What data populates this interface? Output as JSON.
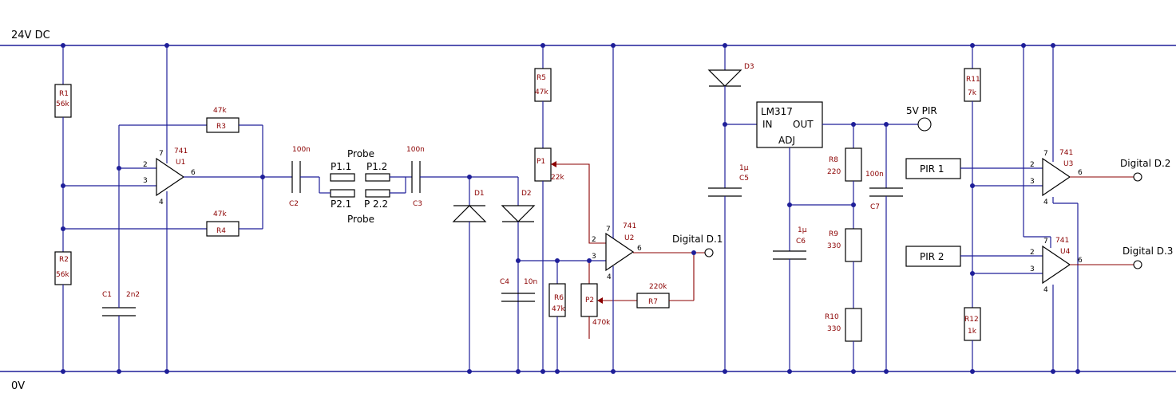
{
  "rails": {
    "top_label": "24V DC",
    "bottom_label": "0V"
  },
  "components": {
    "R1": {
      "ref": "R1",
      "value": "56k"
    },
    "R2": {
      "ref": "R2",
      "value": "56k"
    },
    "R3": {
      "ref": "R3",
      "value": "47k"
    },
    "R4": {
      "ref": "R4",
      "value": "47k"
    },
    "R5": {
      "ref": "R5",
      "value": "47k"
    },
    "R6": {
      "ref": "R6",
      "value": "47k"
    },
    "R7": {
      "ref": "R7",
      "value": "220k"
    },
    "R8": {
      "ref": "R8",
      "value": "220"
    },
    "R9": {
      "ref": "R9",
      "value": "330"
    },
    "R10": {
      "ref": "R10",
      "value": "330"
    },
    "R11": {
      "ref": "R11",
      "value": "7k"
    },
    "R12": {
      "ref": "R12",
      "value": "1k"
    },
    "C1": {
      "ref": "C1",
      "value": "2n2"
    },
    "C2": {
      "ref": "C2",
      "value": "100n"
    },
    "C3": {
      "ref": "C3",
      "value": "100n"
    },
    "C4": {
      "ref": "C4",
      "value": "10n"
    },
    "C5": {
      "ref": "C5",
      "value": "1µ"
    },
    "C6": {
      "ref": "C6",
      "value": "1µ"
    },
    "C7": {
      "ref": "C7",
      "value": "100n"
    },
    "P1": {
      "ref": "P1",
      "value": "22k"
    },
    "P2": {
      "ref": "P2",
      "value": "470k"
    },
    "D1": {
      "ref": "D1"
    },
    "D2": {
      "ref": "D2"
    },
    "D3": {
      "ref": "D3"
    },
    "U1": {
      "ref": "U1",
      "value": "741"
    },
    "U2": {
      "ref": "U2",
      "value": "741"
    },
    "U3": {
      "ref": "U3",
      "value": "741"
    },
    "U4": {
      "ref": "U4",
      "value": "741"
    }
  },
  "pins": {
    "p2": "2",
    "p3": "3",
    "p4": "4",
    "p6": "6",
    "p7": "7"
  },
  "probe": {
    "top_label": "Probe",
    "bottom_label": "Probe",
    "p11": "P1.1",
    "p12": "P1.2",
    "p21": "P2.1",
    "p22": "P 2.2"
  },
  "regulator": {
    "name": "LM317",
    "in": "IN",
    "out": "OUT",
    "adj": "ADJ"
  },
  "signals": {
    "pir5v": "5V PIR",
    "pir1": "PIR 1",
    "pir2": "PIR 2",
    "d1": "Digital D.1",
    "d2": "Digital D.2",
    "d3": "Digital D.3"
  }
}
